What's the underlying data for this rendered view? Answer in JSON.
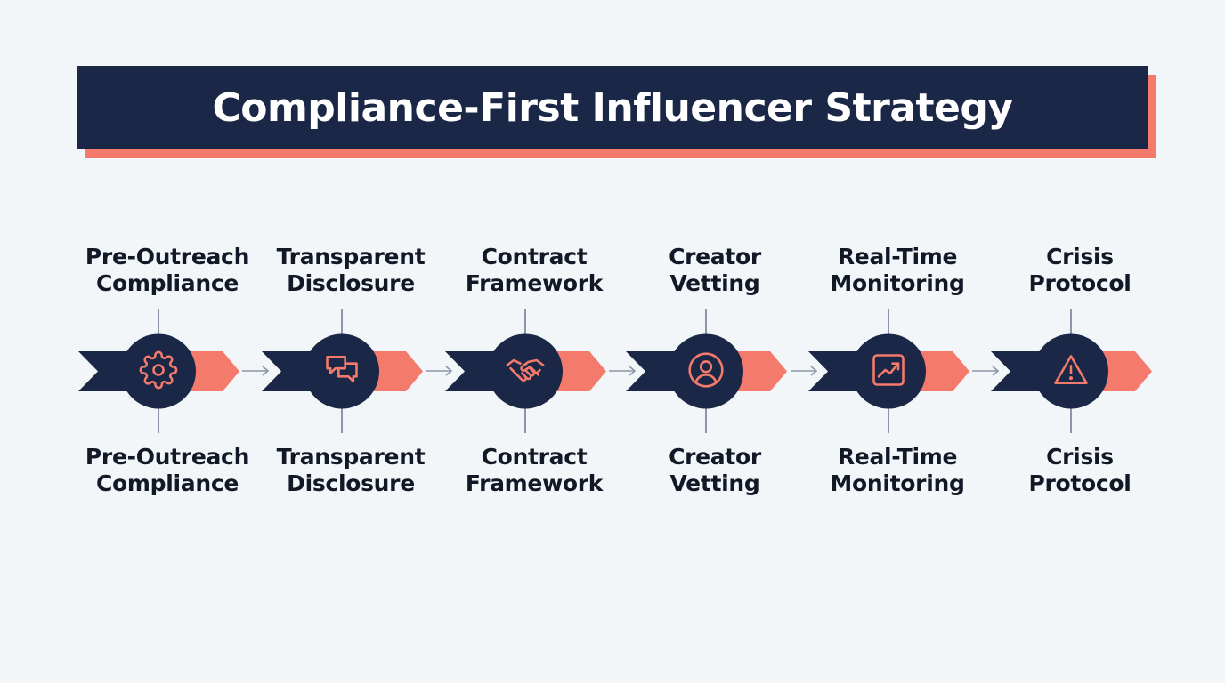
{
  "title": "Compliance-First Influencer Strategy",
  "colors": {
    "navy": "#1b2746",
    "coral": "#f47a6c",
    "background": "#f2f6f9",
    "text": "#121826"
  },
  "steps": [
    {
      "top_label": [
        "Pre-Outreach",
        "Compliance"
      ],
      "bottom_label": [
        "Pre-Outreach",
        "Compliance"
      ],
      "icon": "gear-icon"
    },
    {
      "top_label": [
        "Transparent",
        "Disclosure"
      ],
      "bottom_label": [
        "Transparent",
        "Disclosure"
      ],
      "icon": "chat-bubbles-icon"
    },
    {
      "top_label": [
        "Contract",
        "Framework"
      ],
      "bottom_label": [
        "Contract",
        "Framework"
      ],
      "icon": "handshake-icon"
    },
    {
      "top_label": [
        "Creator",
        "Vetting"
      ],
      "bottom_label": [
        "Creator",
        "Vetting"
      ],
      "icon": "user-profile-icon"
    },
    {
      "top_label": [
        "Real-Time",
        "Monitoring"
      ],
      "bottom_label": [
        "Real-Time",
        "Monitoring"
      ],
      "icon": "trend-chart-icon"
    },
    {
      "top_label": [
        "Crisis",
        "Protocol"
      ],
      "bottom_label": [
        "Crisis",
        "Protocol"
      ],
      "icon": "warning-triangle-icon"
    }
  ]
}
